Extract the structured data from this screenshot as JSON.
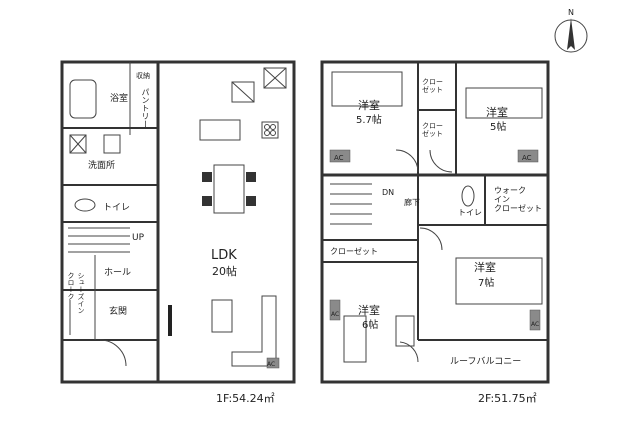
{
  "compass": {
    "north_label": "N"
  },
  "floor1": {
    "area": "1F:54.24㎡",
    "rooms": {
      "bath": "浴室",
      "pantry": "パントリー",
      "storage_small": "収納",
      "washroom": "洗面所",
      "toilet": "トイレ",
      "up": "UP",
      "hall": "ホール",
      "entrance": "玄関",
      "shoe_closet": "シューズイン\nクローク",
      "ldk": "LDK",
      "ldk_size": "20帖",
      "ac": "AC"
    }
  },
  "floor2": {
    "area": "2F:51.75㎡",
    "rooms": {
      "western1": "洋室",
      "western1_size": "5.7帖",
      "closet1": "クロー\nゼット",
      "closet2": "クロー\nゼット",
      "western2": "洋室",
      "western2_size": "5帖",
      "ac1": "AC",
      "ac2": "AC",
      "dn": "DN",
      "corridor": "廊下",
      "toilet": "トイレ",
      "walkin": "ウォーク\nイン\nクローゼット",
      "closet3": "クローゼット",
      "western3": "洋室",
      "western3_size": "7帖",
      "ac3": "AC",
      "western4": "洋室",
      "western4_size": "6帖",
      "ac4": "AC",
      "balcony": "ルーフバルコニー"
    }
  }
}
